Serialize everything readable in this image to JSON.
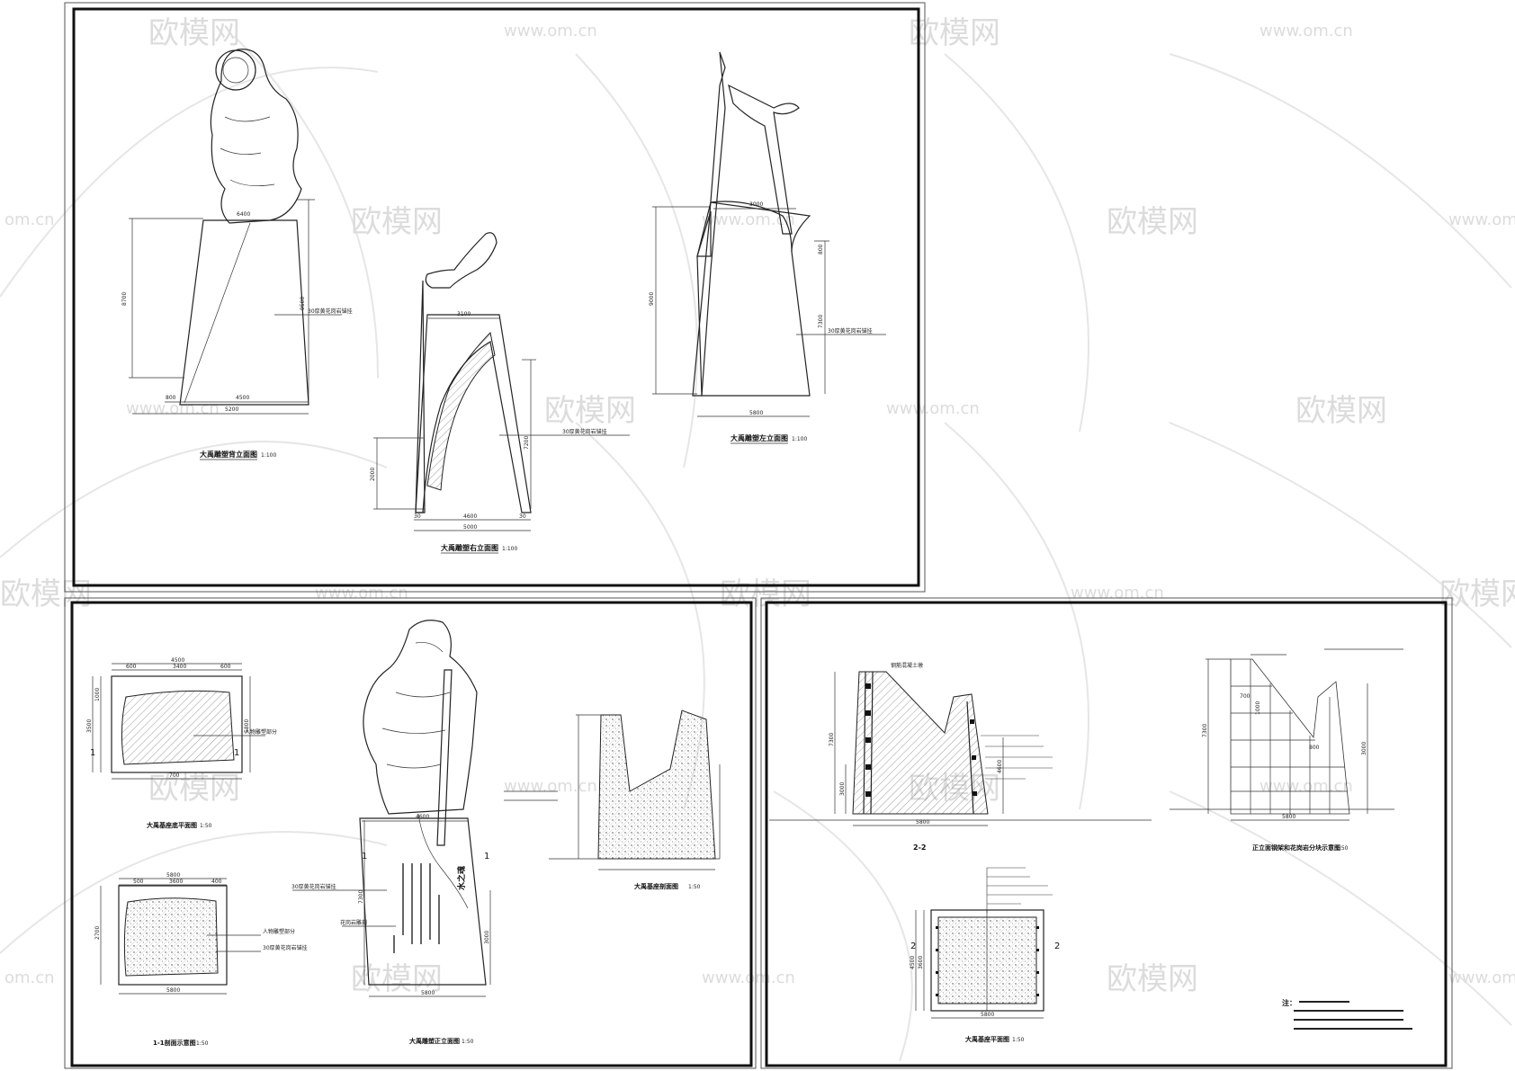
{
  "watermarks": {
    "brand": "欧模网",
    "url": "www.om.cn",
    "url_short": "om.cn"
  },
  "sheet1": {
    "back_title": "大禹雕塑背立面图",
    "back_scale": "1:100",
    "right_title": "大禹雕塑右立面图",
    "right_scale": "1:100",
    "left_title": "大禹雕塑左立面图",
    "left_scale": "1:100",
    "material_note": "30厚黄花岗岩锚挂",
    "dims": {
      "d6400": "6400",
      "d8700": "8700",
      "d9500": "9500",
      "d800": "800",
      "d4500": "4500",
      "d5200": "5200",
      "d3100": "3100",
      "d7200": "7200",
      "d2000": "2000",
      "d30": "30",
      "d4600": "4600",
      "d5000": "5000",
      "d3000": "3000",
      "d800b": "800",
      "d9000": "9000",
      "d7300": "7300",
      "d5800": "5800"
    }
  },
  "sheet2": {
    "plan_title": "大禹基座底平面图",
    "plan_scale": "1:50",
    "section_title": "1-1剖面示意图",
    "section_scale": "1:50",
    "front_title": "大禹雕塑正立面图",
    "front_scale": "1:50",
    "base_section_title": "大禹基座剖面图",
    "base_section_scale": "1:50",
    "label_mark": "1",
    "base_note": "人物雕塑部分",
    "material_note": "30厚黄花岗岩锚挂",
    "granite_note": "花岗岩雕刻",
    "poem_title": "水之魂",
    "dims": {
      "p4500": "4500",
      "p600": "600",
      "p3400": "3400",
      "p1000": "1000",
      "p3500": "3500",
      "p5800": "5800",
      "p700": "700",
      "s5800": "5800",
      "s500": "500",
      "s3600": "3600",
      "s400": "400",
      "s2700": "2700",
      "f4600": "4600",
      "f7300": "7300",
      "f3000": "3000",
      "f5800": "5800"
    }
  },
  "sheet3": {
    "section_title": "2-2",
    "plan_title": "大禹基座平面图",
    "plan_scale": "1:50",
    "elev_title": "正立面钢架和花岗岩分块示意图",
    "elev_scale": "1:50",
    "top_note": "钢筋混凝土墩",
    "label_mark": "2",
    "note_heading": "注：",
    "dims": {
      "d5800": "5800",
      "d7300": "7300",
      "d3000": "3000",
      "d4600": "4600",
      "d700": "700",
      "d1000": "1000",
      "d800": "800",
      "d4500": "4500",
      "d3600": "3600"
    }
  }
}
